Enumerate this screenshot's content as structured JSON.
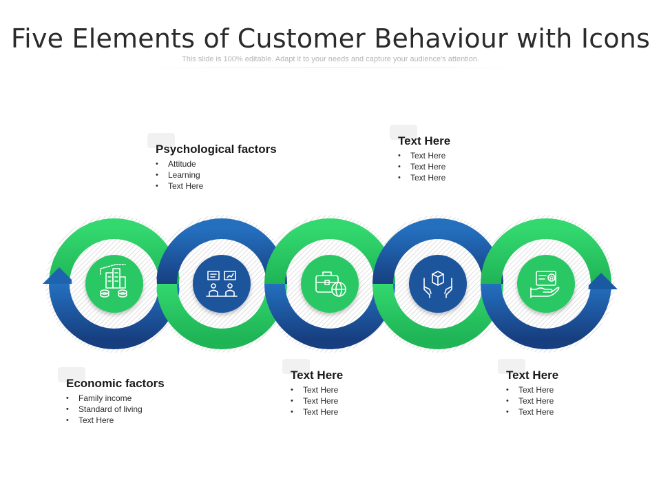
{
  "title": "Five Elements of Customer Behaviour with Icons",
  "subtitle": "This slide is 100% editable. Adapt it to your needs and capture your audience's attention.",
  "colors": {
    "green": "#2ed06a",
    "green_dark": "#1bae55",
    "blue": "#1e63ad",
    "blue_dark": "#123f7a",
    "hatch": "#d9d9d9"
  },
  "nodes": [
    {
      "icon": "building-coins-icon",
      "color": "green"
    },
    {
      "icon": "people-presentation-icon",
      "color": "blue"
    },
    {
      "icon": "briefcase-globe-icon",
      "color": "green"
    },
    {
      "icon": "hands-box-icon",
      "color": "blue"
    },
    {
      "icon": "hand-card-icon",
      "color": "green"
    }
  ],
  "blocks": [
    {
      "heading": "Economic factors",
      "items": [
        "Family income",
        "Standard of living",
        "Text Here"
      ]
    },
    {
      "heading": "Psychological factors",
      "items": [
        "Attitude",
        "Learning",
        "Text Here"
      ]
    },
    {
      "heading": "Text Here",
      "items": [
        "Text Here",
        "Text Here",
        "Text Here"
      ]
    },
    {
      "heading": "Text Here",
      "items": [
        "Text Here",
        "Text Here",
        "Text Here"
      ]
    },
    {
      "heading": "Text Here",
      "items": [
        "Text Here",
        "Text Here",
        "Text Here"
      ]
    }
  ]
}
